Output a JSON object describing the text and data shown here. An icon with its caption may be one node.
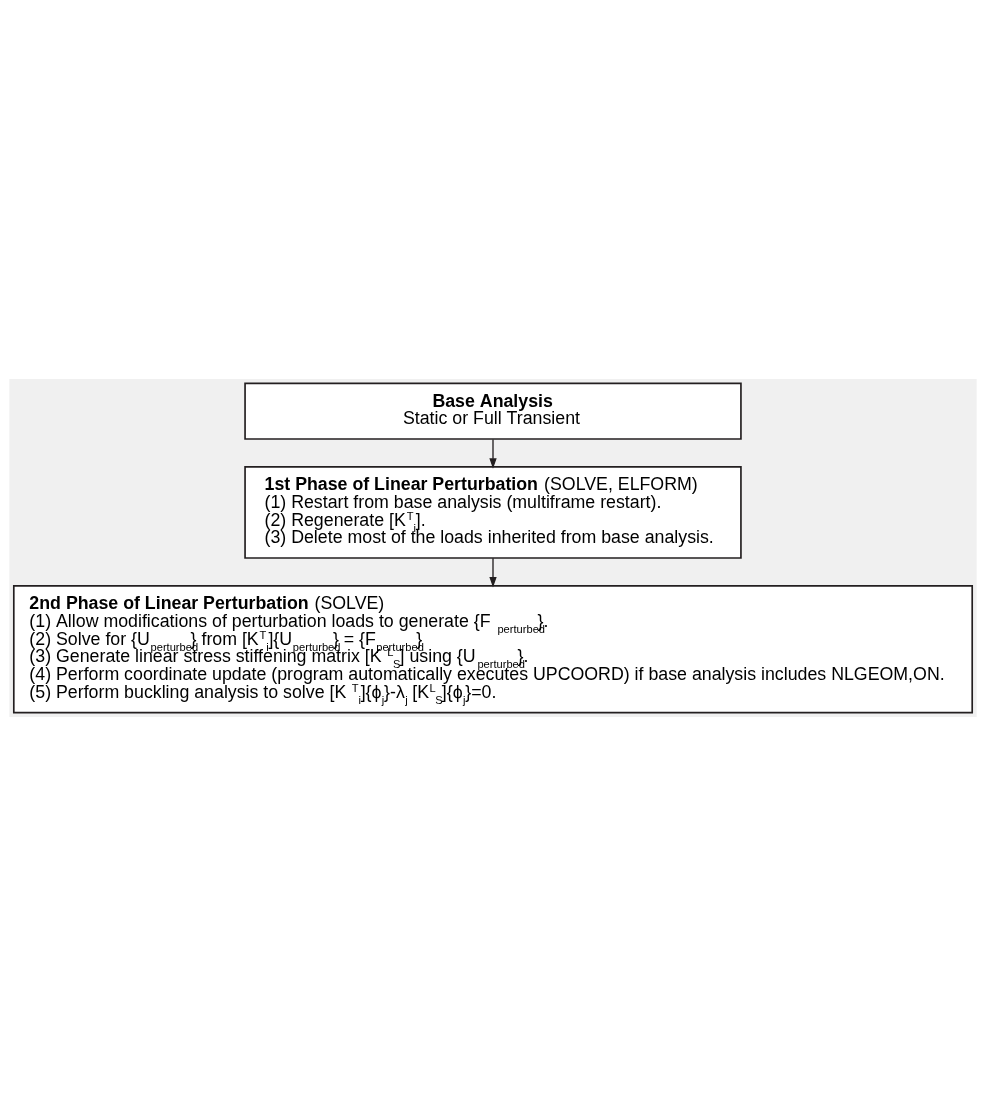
{
  "diagram": {
    "nodes": [
      {
        "text": [
          "Base Analysis",
          "Static or Full Transient"
        ]
      },
      {
        "text": [
          "**1st Phase of Linear Perturbation** (SOLVE, ELFORM)",
          "(1) Restart from base analysis (multiframe restart).",
          "(2) Regenerate [K$^{T}$$_{i}$].",
          "(3) Delete most of the loads inherited from base analysis."
        ]
      },
      {
        "text": [
          "**2nd Phase of Linear Perturbation** (SOLVE)",
          "(1) Allow modifications of perturbation loads to generate {F$_{perturbed}$}.",
          "(2) Solve for {U$_{perturbed}$} from [K$^{T}$$_{i}$]{U$_{perturbed}$} = {F$_{perturbed}$}",
          "(3) Generate linear stress stiffening matrix [K$^{L}$$_{S}$] using {U$_{perturbed}$}.",
          "(4) Perform coordinate update (program automatically executes UPCOORD) if base analysis includes NLGEOM,ON.",
          "(5) Perform buckling analysis to solve [K$^{T}$$_{i}$]{ϕ$_{j}$}-λ$_{j}$ [K$^{L}$$_{S}$]{ϕ$_{j}$}=0."
        ]
      }
    ],
    "edges": [
      {
        "from": 0,
        "to": 1,
        "arrow": "to"
      },
      {
        "from": 1,
        "to": 2,
        "arrow": "to"
      }
    ]
  }
}
